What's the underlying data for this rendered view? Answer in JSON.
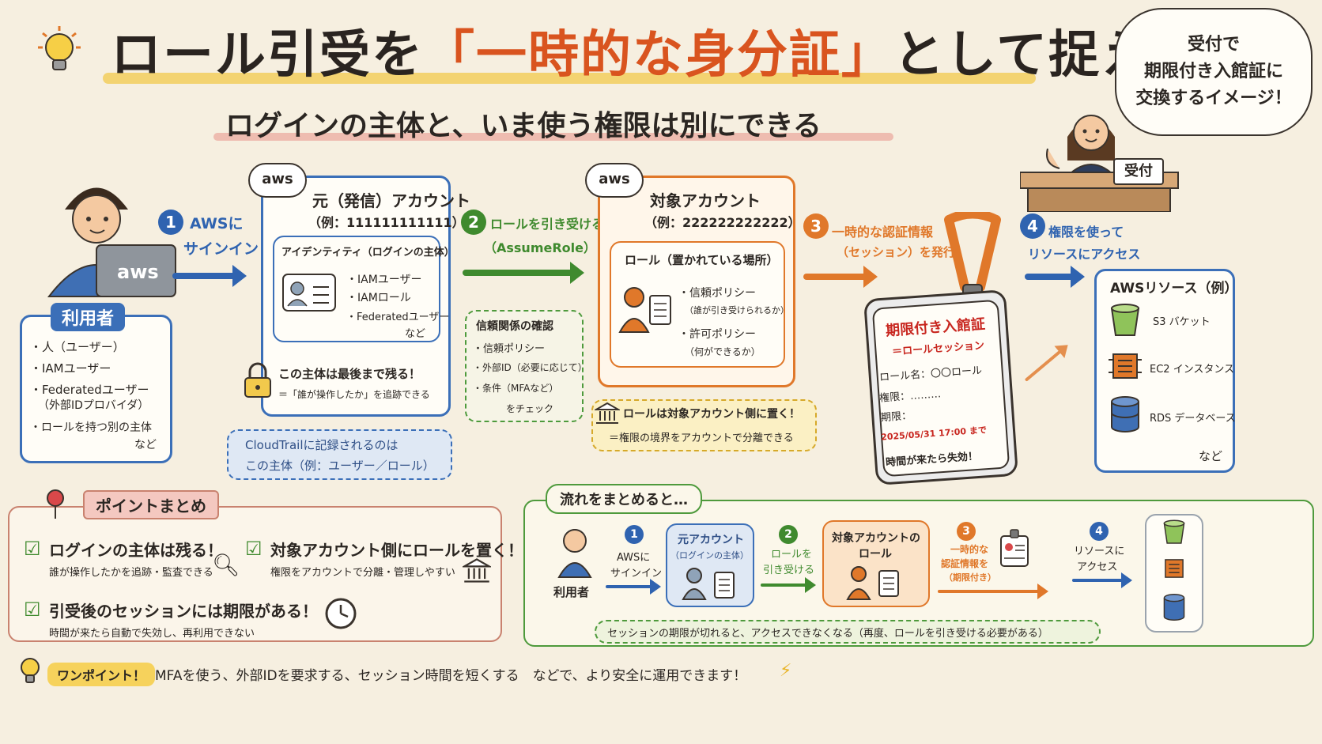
{
  "title": {
    "part1": "ロール引受を",
    "highlight": "「一時的な身分証」",
    "part2": "として捉える"
  },
  "subtitle": "ログインの主体と、いま使う権限は別にできる",
  "bubble": {
    "line1": "受付で",
    "line2": "期限付き入館証に",
    "line3": "交換するイメージ！"
  },
  "reception_sign": "受付",
  "user": {
    "laptop_logo": "aws",
    "label": "利用者",
    "items": [
      "・人（ユーザー）",
      "・IAMユーザー",
      "・Federatedユーザー",
      "（外部IDプロバイダ）",
      "・ロールを持つ別の主体",
      "など"
    ]
  },
  "step1": {
    "num": "1",
    "line1": "AWSに",
    "line2": "サインイン"
  },
  "source_account": {
    "aws": "aws",
    "title": "元（発信）アカウント",
    "example": "（例：111111111111）",
    "identity_title": "アイデンティティ（ログインの主体）",
    "identity_items": [
      "・IAMユーザー",
      "・IAMロール",
      "・Federatedユーザー",
      "など"
    ],
    "lock_line1": "この主体は最後まで残る！",
    "lock_line2": "＝「誰が操作したか」を追跡できる"
  },
  "cloudtrail": {
    "line1": "CloudTrailに記録されるのは",
    "line2": "この主体（例：ユーザー／ロール）"
  },
  "step2": {
    "num": "2",
    "line1": "ロールを引き受ける",
    "line2": "（AssumeRole）"
  },
  "trust_check": {
    "title": "信頼関係の確認",
    "items": [
      "・信頼ポリシー",
      "・外部ID（必要に応じて）",
      "・条件（MFAなど）",
      "をチェック"
    ]
  },
  "target_account": {
    "aws": "aws",
    "title": "対象アカウント",
    "example": "（例：222222222222）",
    "role_title": "ロール（置かれている場所）",
    "role_items": [
      "・信頼ポリシー",
      "（誰が引き受けられるか）",
      "・許可ポリシー",
      "（何ができるか）"
    ],
    "note_line1": "ロールは対象アカウント側に置く！",
    "note_line2": "＝権限の境界をアカウントで分離できる"
  },
  "step3": {
    "num": "3",
    "line1": "一時的な認証情報",
    "line2": "（セッション）を発行"
  },
  "badge": {
    "title": "期限付き入館証",
    "subtitle": "＝ロールセッション",
    "role_name": "ロール名：〇〇ロール",
    "permission": "権限：………",
    "expiry_label": "期限：",
    "expiry_value": "2025/05/31 17:00 まで",
    "expire_note": "時間が来たら失効！"
  },
  "step4": {
    "num": "4",
    "line1": "権限を使って",
    "line2": "リソースにアクセス"
  },
  "resources": {
    "title": "AWSリソース（例）",
    "items": [
      "S3 バケット",
      "EC2 インスタンス",
      "RDS データベース"
    ],
    "more": "など"
  },
  "points": {
    "title": "ポイントまとめ",
    "p1_title": "ログインの主体は残る！",
    "p1_sub": "誰が操作したかを追跡・監査できる",
    "p2_title": "対象アカウント側にロールを置く！",
    "p2_sub": "権限をアカウントで分離・管理しやすい",
    "p3_title": "引受後のセッションには期限がある！",
    "p3_sub": "時間が来たら自動で失効し、再利用できない"
  },
  "flow": {
    "title": "流れをまとめると…",
    "user": "利用者",
    "s1_num": "1",
    "s1_line1": "AWSに",
    "s1_line2": "サインイン",
    "src_line1": "元アカウント",
    "src_line2": "（ログインの主体）",
    "s2_num": "2",
    "s2_line1": "ロールを",
    "s2_line2": "引き受ける",
    "tgt_line1": "対象アカウントの",
    "tgt_line2": "ロール",
    "s3_num": "3",
    "s3_line1": "一時的な",
    "s3_line2": "認証情報を",
    "s3_line3": "（期限付き）",
    "s4_num": "4",
    "s4_line1": "リソースに",
    "s4_line2": "アクセス",
    "footer": "セッションの期限が切れると、アクセスできなくなる（再度、ロールを引き受ける必要がある）"
  },
  "onepoint": {
    "label": "ワンポイント！",
    "text": "MFAを使う、外部IDを要求する、セッション時間を短くする　などで、より安全に運用できます！"
  },
  "colors": {
    "blue": "#2f63b0",
    "green": "#3f8a2e",
    "orange": "#e0782a",
    "title_accent": "#d9541f"
  }
}
